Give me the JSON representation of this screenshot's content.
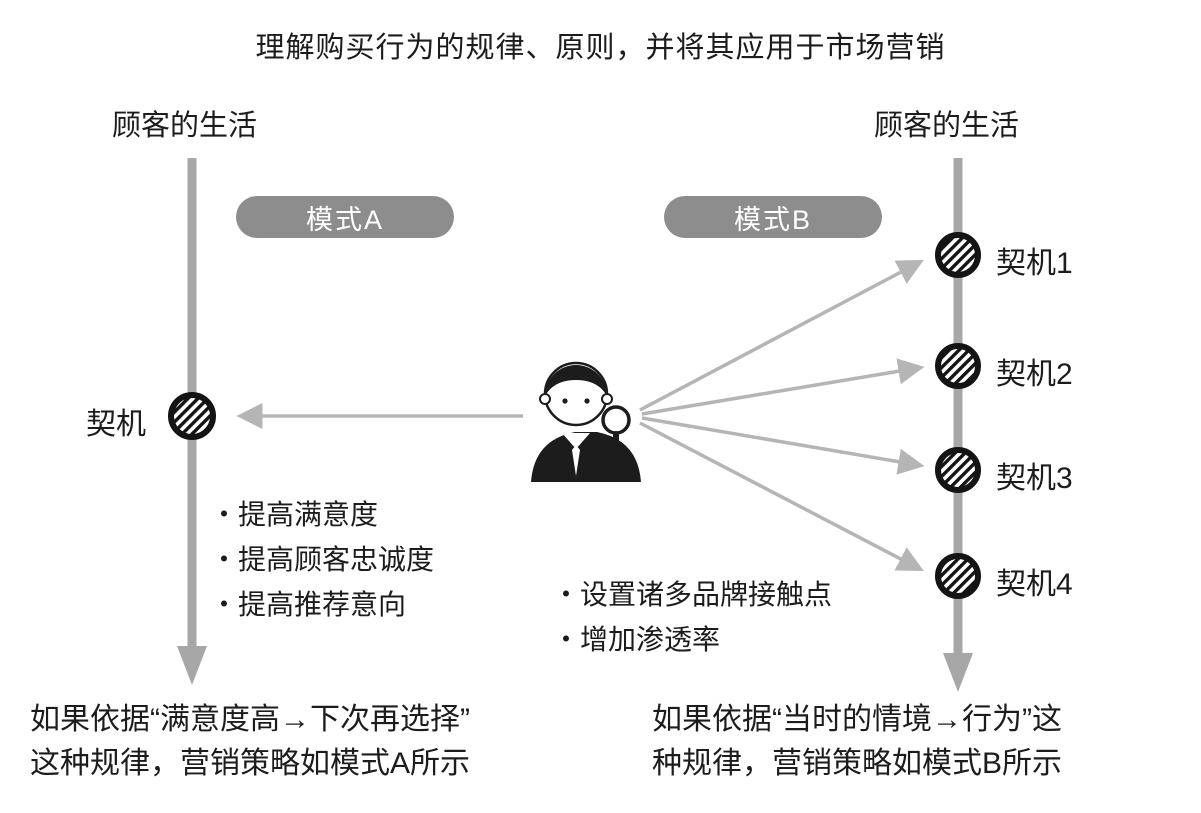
{
  "title": "理解购买行为的规律、原则，并将其应用于市场营销",
  "left": {
    "timeline_label": "顾客的生活",
    "mode_label": "模式A",
    "trigger_label": "契机",
    "bullets": [
      "・提高满意度",
      "・提高顾客忠诚度",
      "・提高推荐意向"
    ],
    "caption": [
      "如果依据“满意度高→下次再选择”",
      "这种规律，营销策略如模式A所示"
    ]
  },
  "right": {
    "timeline_label": "顾客的生活",
    "mode_label": "模式B",
    "triggers": [
      "契机1",
      "契机2",
      "契机3",
      "契机4"
    ],
    "bullets": [
      "・设置诸多品牌接触点",
      "・增加渗透率"
    ],
    "caption": [
      "如果依据“当时的情境→行为”这",
      "种规律，营销策略如模式B所示"
    ]
  },
  "icons": {
    "center": "researcher-with-magnifier-icon",
    "trigger_marker": "hatched-circle-icon"
  },
  "colors": {
    "timeline_gray": "#a7a7a7",
    "pill_gray": "#8d8d8d",
    "connector_gray": "#b5b5b5",
    "ink": "#1c1c1c"
  }
}
